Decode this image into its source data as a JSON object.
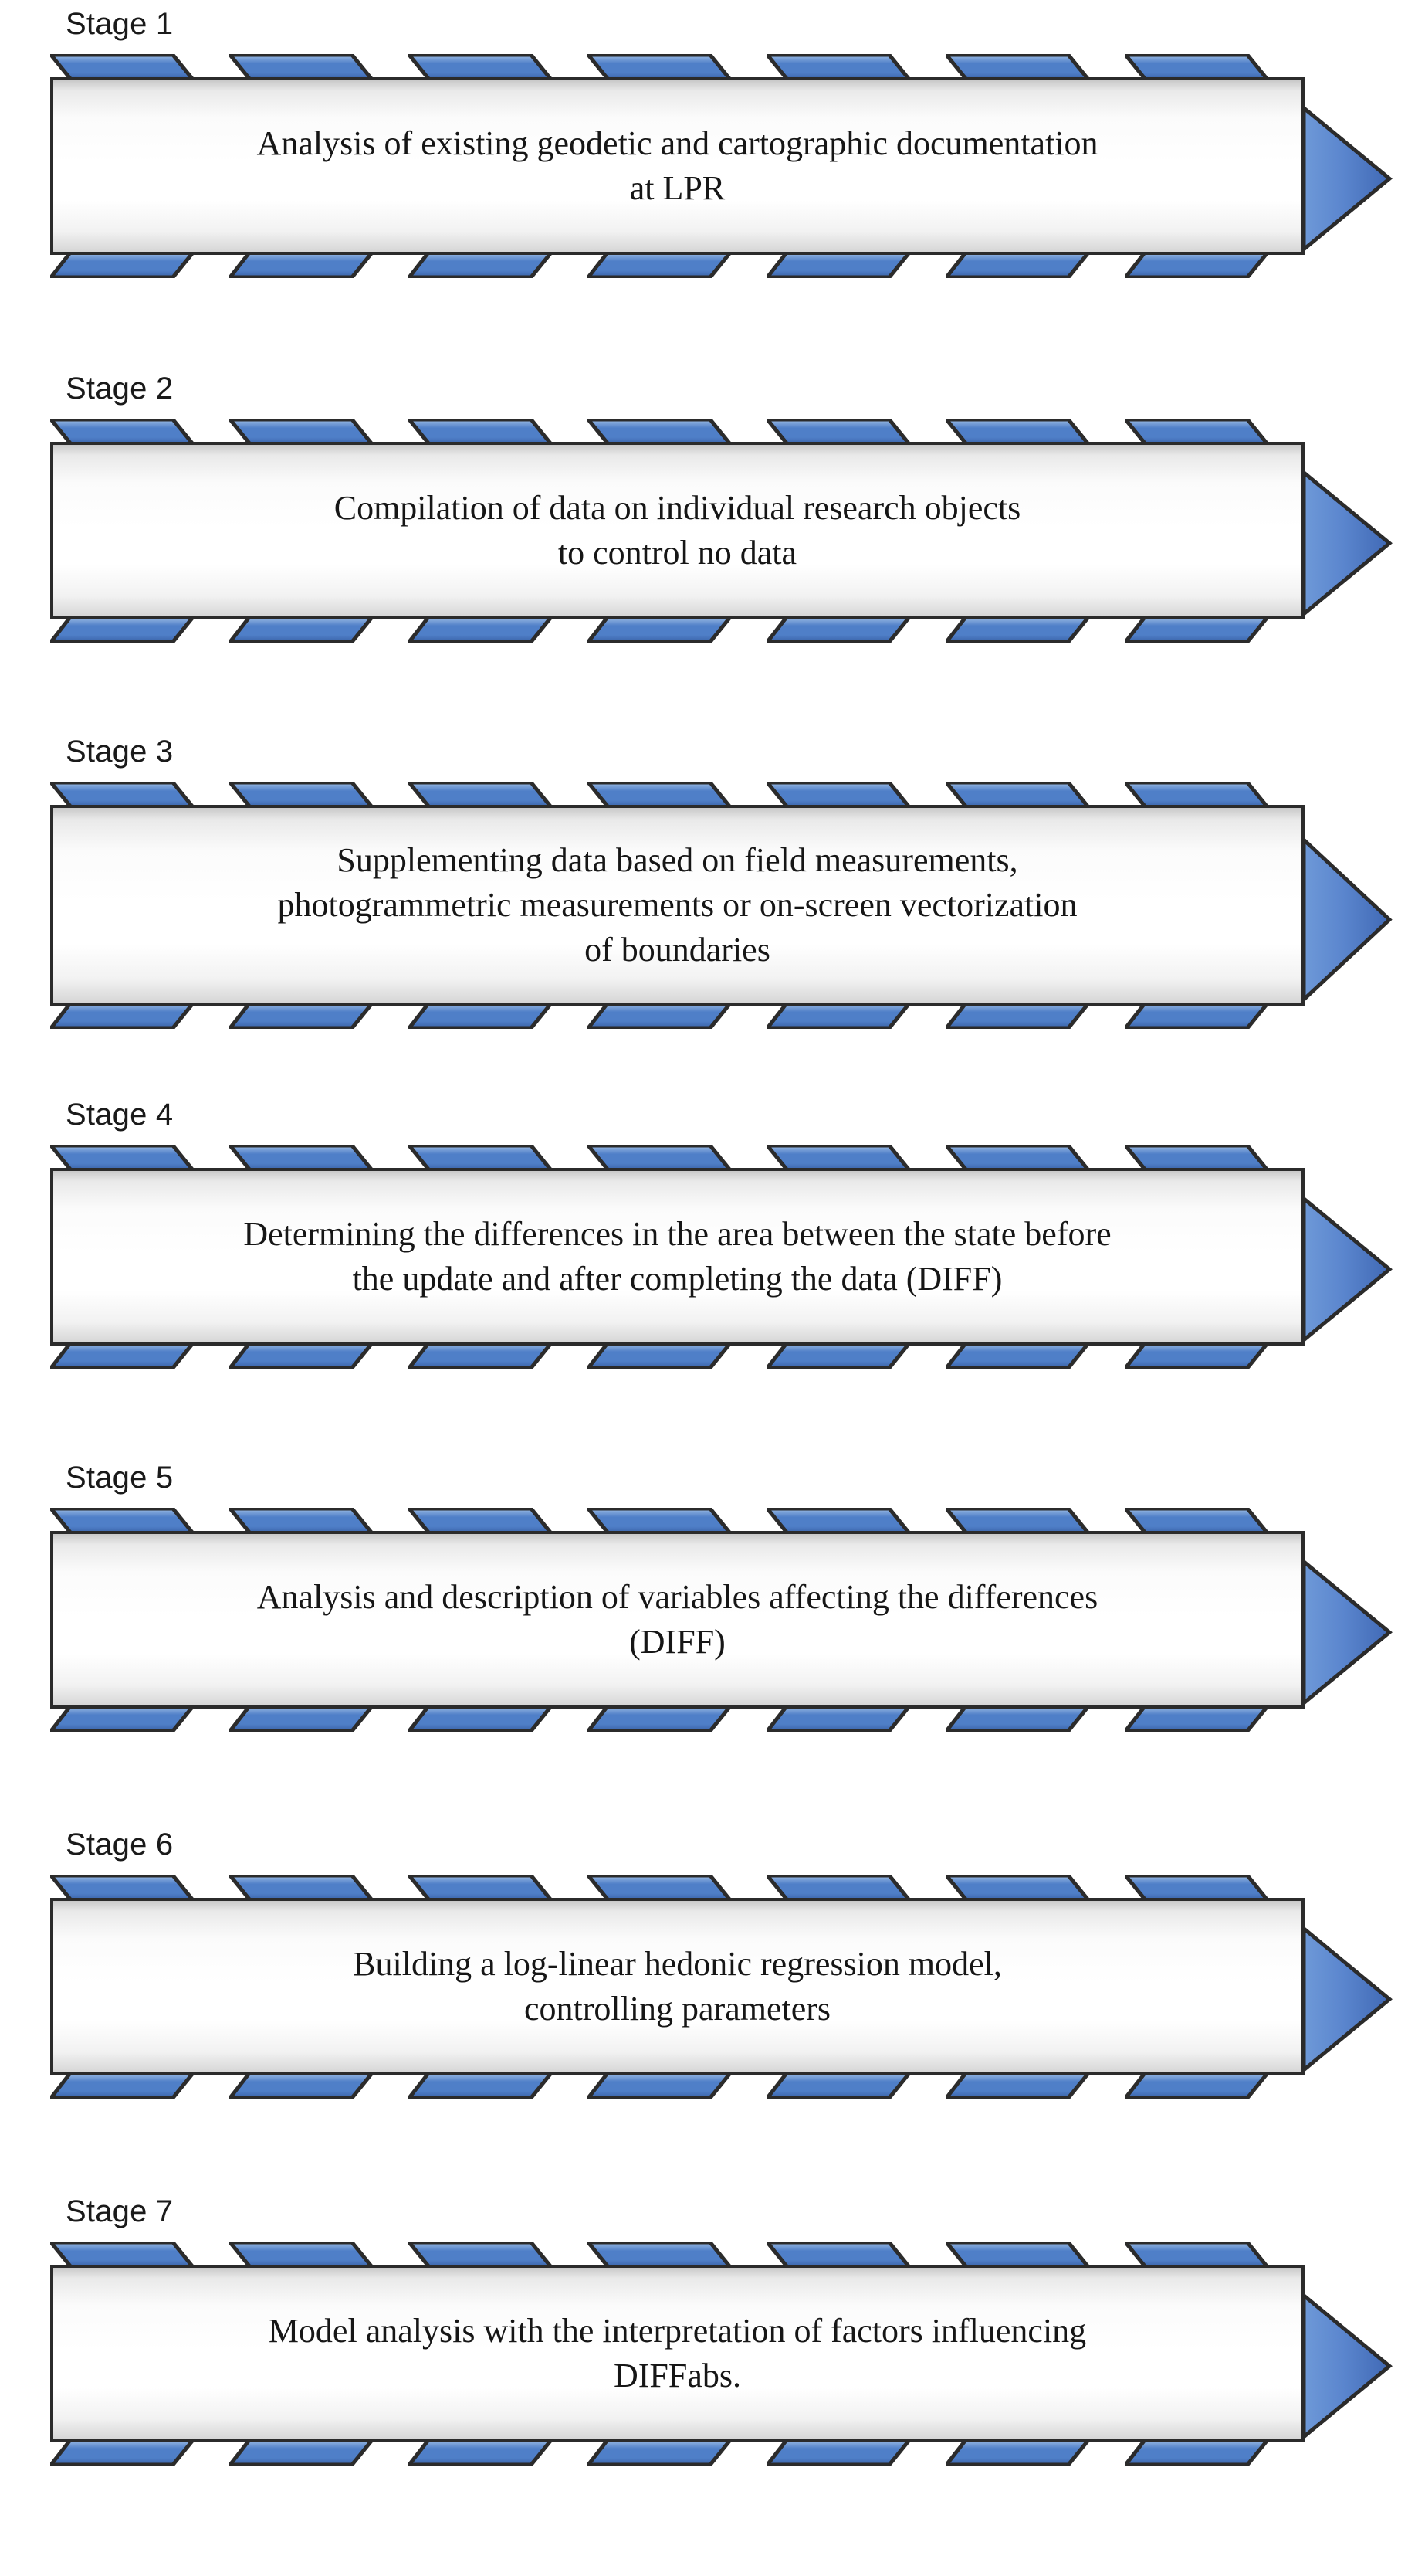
{
  "diagram": {
    "type": "process-flow",
    "orientation": "vertical-sequence",
    "arrow_direction": "right",
    "stage_count": 7,
    "colors": {
      "chevron_blue_light": "#9CBCE4",
      "chevron_blue": "#4F7FC8",
      "chevron_blue_dark": "#3A62A8",
      "arrow_head_blue": "#5B86CE",
      "outline": "#2B2B2B",
      "box_fill_top": "#C9C9C9",
      "box_fill_mid": "#FFFFFF",
      "text": "#161616",
      "background": "#FFFFFF"
    },
    "stages": [
      {
        "label": "Stage 1",
        "text": "Analysis of existing geodetic and cartographic documentation\nat LPR",
        "lines": 2
      },
      {
        "label": "Stage 2",
        "text": "Compilation of data on individual research objects\nto control no data",
        "lines": 2
      },
      {
        "label": "Stage 3",
        "text": "Supplementing data based on field measurements,\nphotogrammetric measurements or on-screen vectorization\nof boundaries",
        "lines": 3
      },
      {
        "label": "Stage 4",
        "text": "Determining the differences in the area between the state before\nthe update and after completing the data (DIFF)",
        "lines": 2
      },
      {
        "label": "Stage 5",
        "text": "Analysis and description of variables affecting the differences\n(DIFF)",
        "lines": 2
      },
      {
        "label": "Stage 6",
        "text": "Building a log-linear hedonic regression model,\ncontrolling parameters",
        "lines": 2
      },
      {
        "label": "Stage 7",
        "text": "Model analysis with the interpretation of factors influencing\nDIFFabs.",
        "lines": 2
      }
    ]
  },
  "layout": {
    "stage_tops": [
      8,
      480,
      950,
      1420,
      1890,
      2365,
      2840
    ],
    "box_heights": [
      230,
      230,
      260,
      230,
      230,
      230,
      230
    ],
    "chevrons_per_row": 7,
    "chevron_pitch": 232
  }
}
